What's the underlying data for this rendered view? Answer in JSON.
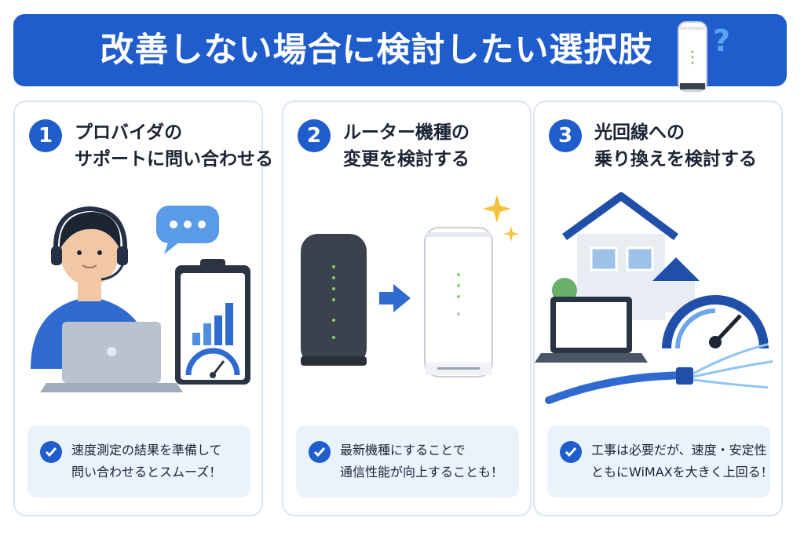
{
  "banner": {
    "title": "改善しない場合に検討したい選択肢",
    "question_mark": "?"
  },
  "cards": [
    {
      "number": "1",
      "title_lines": [
        "プロバイダの",
        "サポートに問い合わせる"
      ],
      "note_lines": [
        "速度測定の結果を準備して",
        "問い合わせるとスムーズ！"
      ],
      "illustration": "support-operator"
    },
    {
      "number": "2",
      "title_lines": [
        "ルーター機種の",
        "変更を検討する"
      ],
      "note_lines": [
        "最新機種にすることで",
        "通信性能が向上することも！"
      ],
      "illustration": "router-upgrade"
    },
    {
      "number": "3",
      "title_lines": [
        "光回線への",
        "乗り換えを検討する"
      ],
      "note_lines": [
        "工事は必要だが、速度・安定性",
        "ともにWiMAXを大きく上回る！"
      ],
      "illustration": "fiber-house"
    }
  ],
  "colors": {
    "primary": "#1f5ccc",
    "accent": "#59a4f0",
    "note_bg": "#eaf2fc",
    "card_border": "#d9e6f6"
  }
}
